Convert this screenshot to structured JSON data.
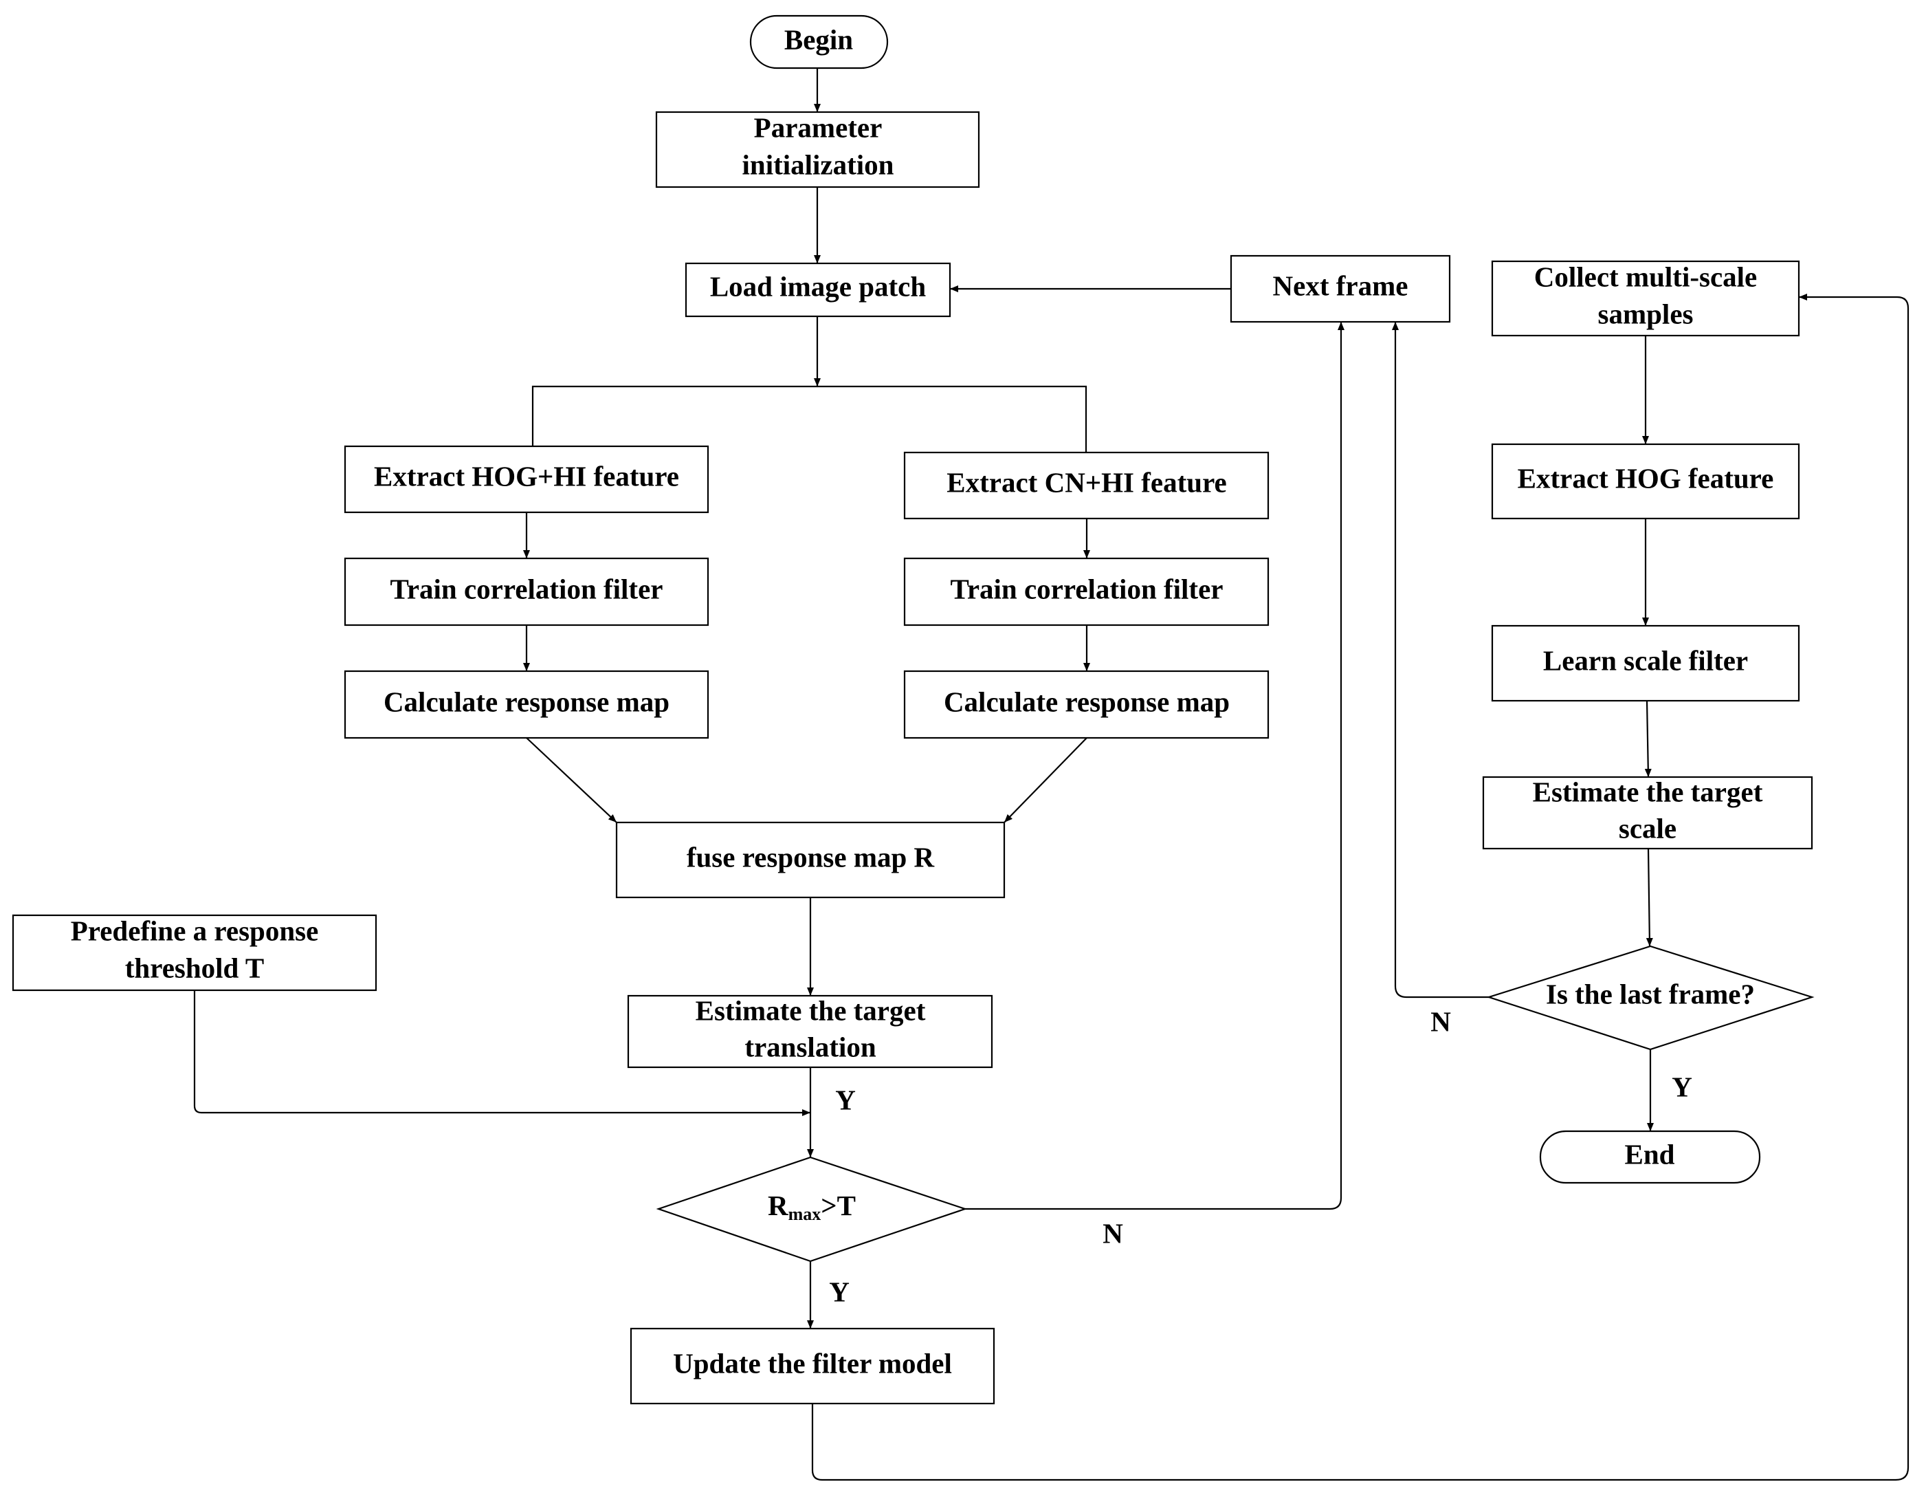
{
  "nodes": {
    "begin": "Begin",
    "param_init": [
      "Parameter",
      "initialization"
    ],
    "load_patch": "Load image patch",
    "next_frame": "Next frame",
    "extract_hog_hi": "Extract HOG+HI feature",
    "extract_cn_hi": "Extract CN+HI feature",
    "train_filter_left": "Train correlation filter",
    "train_filter_right": "Train correlation filter",
    "calc_response_left": "Calculate response map",
    "calc_response_right": "Calculate response map",
    "fuse_response": "fuse response map R",
    "predefine_threshold": [
      "Predefine a response",
      "threshold T"
    ],
    "estimate_translation": [
      "Estimate the target",
      "translation"
    ],
    "rmax_decision": {
      "main": "R",
      "subscript": "max",
      "suffix": ">T"
    },
    "update_filter": "Update the filter model",
    "collect_samples": [
      "Collect multi-scale",
      "samples"
    ],
    "extract_hog": "Extract HOG feature",
    "learn_scale": "Learn scale filter",
    "estimate_scale": [
      "Estimate the target",
      "scale"
    ],
    "last_frame_decision": "Is the last frame?",
    "end": "End"
  },
  "edge_labels": {
    "threshold_yes": "Y",
    "rmax_no": "N",
    "rmax_yes": "Y",
    "last_frame_no": "N",
    "last_frame_yes": "Y"
  }
}
